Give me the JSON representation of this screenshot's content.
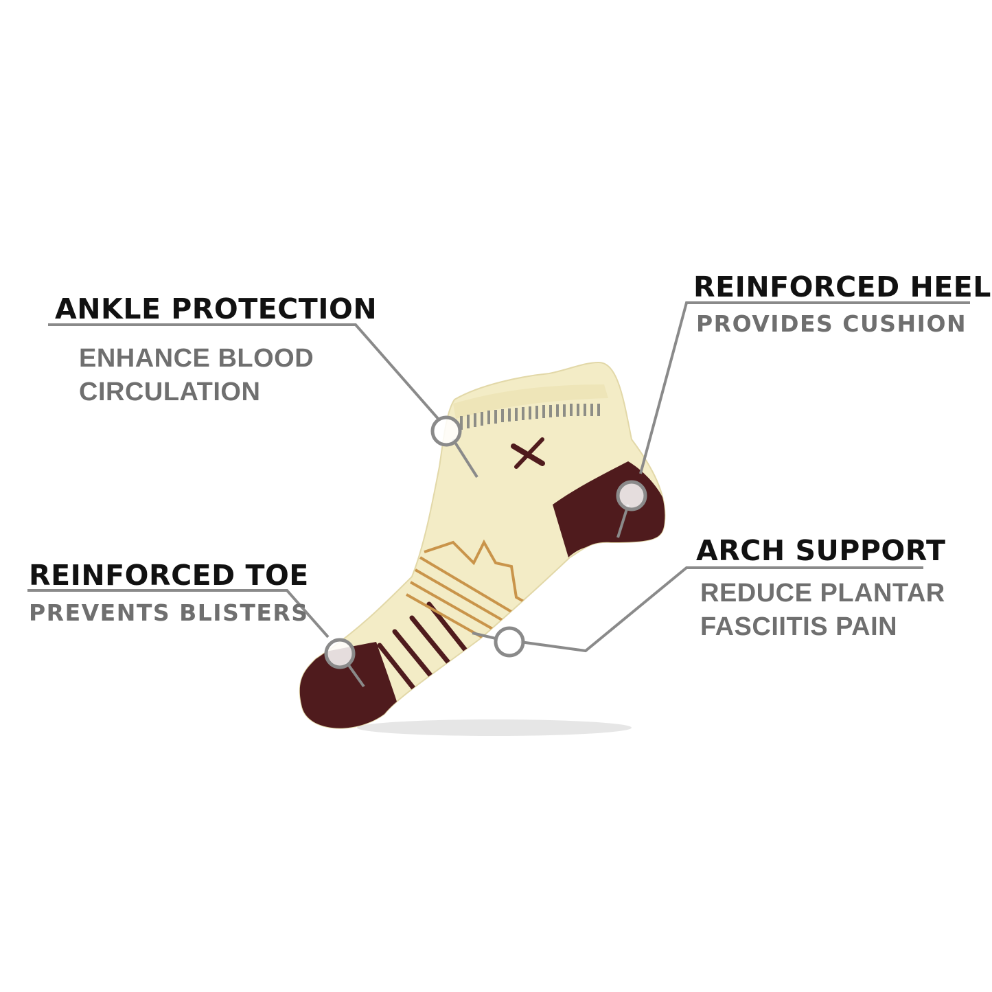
{
  "callouts": {
    "ankle": {
      "title": "ANKLE PROTECTION",
      "line1": "ENHANCE BLOOD",
      "line2": "CIRCULATION"
    },
    "heel": {
      "title": "REINFORCED HEEL",
      "subtitle": "PROVIDES CUSHION"
    },
    "toe": {
      "title": "REINFORCED TOE",
      "subtitle": "PREVENTS BLISTERS"
    },
    "arch": {
      "title": "ARCH SUPPORT",
      "line1": "REDUCE PLANTAR",
      "line2": "FASCIITIS PAIN"
    }
  },
  "colors": {
    "sock_body": "#f3ecc6",
    "sock_accent": "#4f1b1d",
    "pattern_gold": "#c9944a",
    "leader_line": "#8a8a8a",
    "title_text": "#111111",
    "sub_text": "#6f6f6f"
  }
}
